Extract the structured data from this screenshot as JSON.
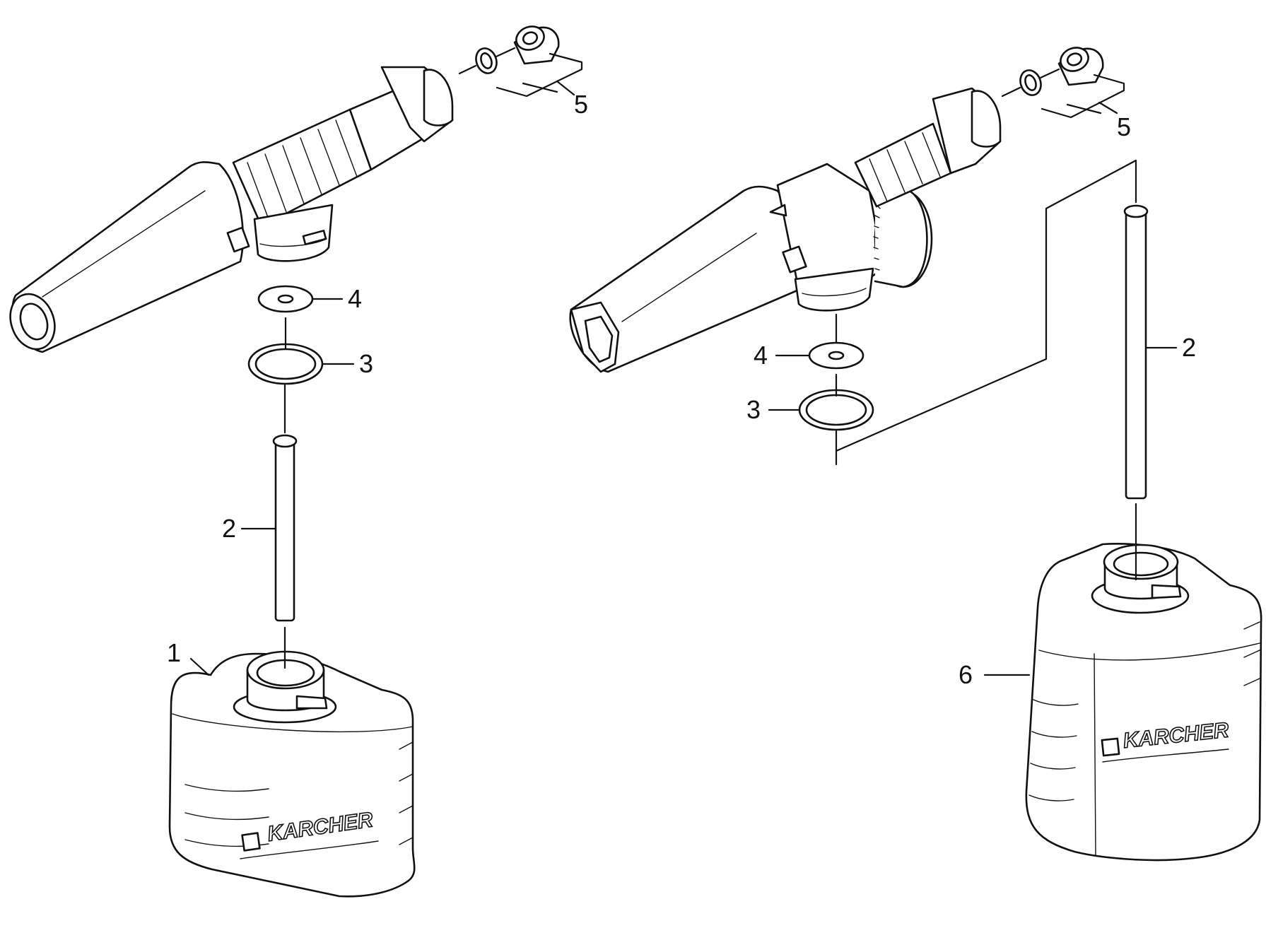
{
  "diagram": {
    "callouts": {
      "left": {
        "part1": "1",
        "part2": "2",
        "part3": "3",
        "part4": "4",
        "part5": "5"
      },
      "right": {
        "part2": "2",
        "part3": "3",
        "part4": "4",
        "part5": "5",
        "part6": "6"
      }
    },
    "brand_left": "KARCHER",
    "brand_right": "KARCHER"
  }
}
